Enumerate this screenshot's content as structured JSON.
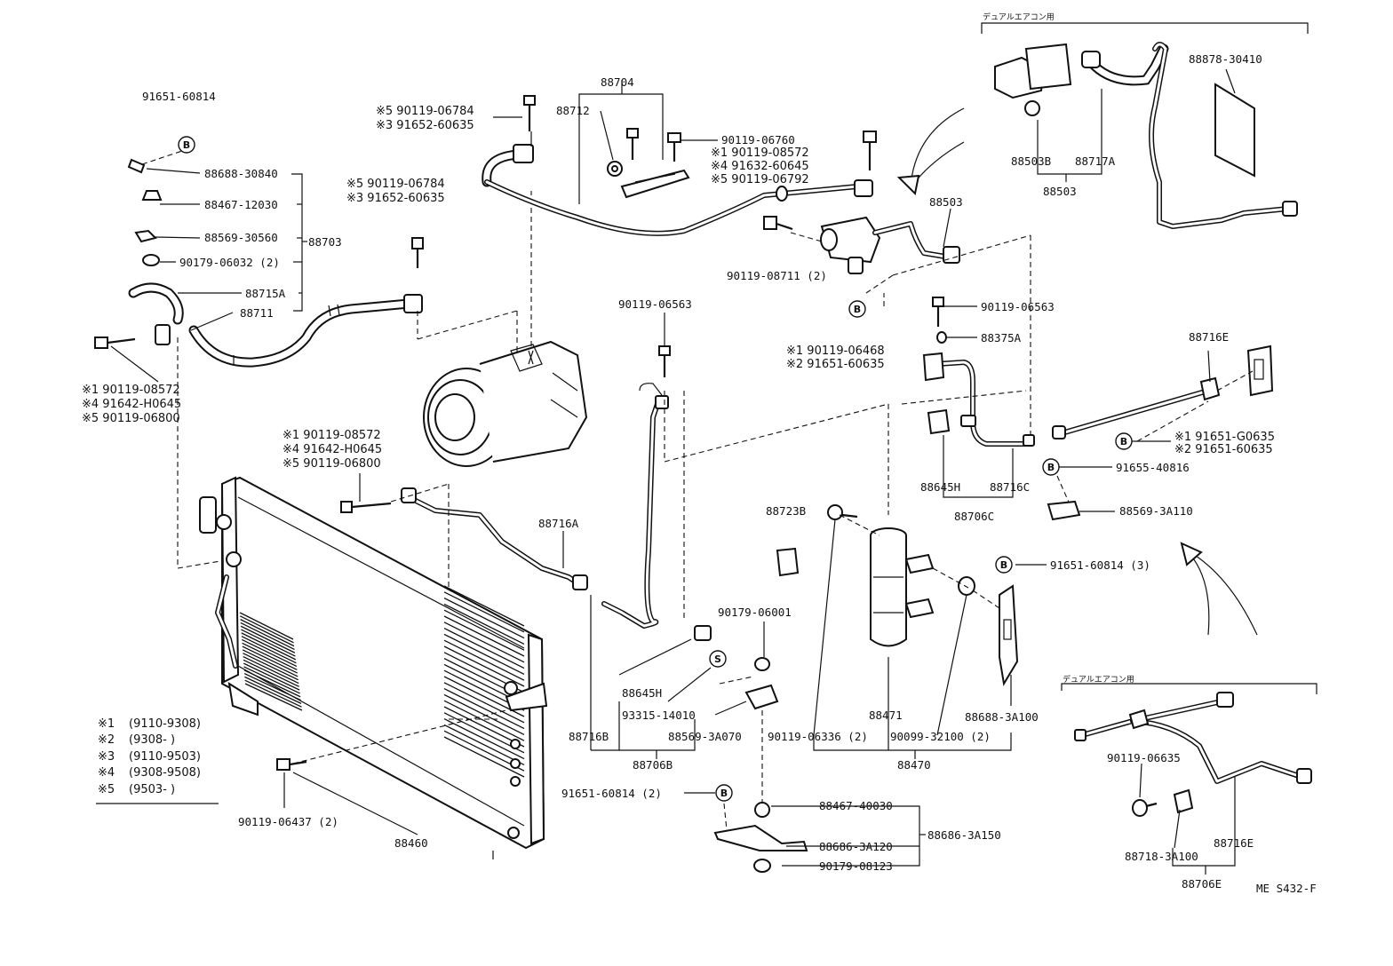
{
  "labels": {
    "p91651_60814_top": "91651-60814",
    "p88688_30840": "88688-30840",
    "p88467_12030": "88467-12030",
    "p88569_30560": "88569-30560",
    "p88703": "88703",
    "p90179_06032": "90179-06032 (2)",
    "p88715A": "88715A",
    "p88711": "88711",
    "left_s1": "※1  90119-08572",
    "left_s4": "※4  91642-H0645",
    "left_s5": "※5  90119-06800",
    "mid_s5a": "※5  90119-06784",
    "mid_s3a": "※3  91652-60635",
    "mid_s5b": "※5  90119-06784",
    "mid_s3b": "※3  91652-60635",
    "p88704": "88704",
    "p88712": "88712",
    "p90119_06760": "90119-06760",
    "r_s1": "※1  90119-08572",
    "r_s4": "※4  91632-60645",
    "r_s5": "※5  90119-06792",
    "p88503_main": "88503",
    "p90119_08711": "90119-08711 (2)",
    "p90119_06563_mid": "90119-06563",
    "c_s1": "※1  90119-06468",
    "c_s2": "※2  91651-60635",
    "p90119_06563_r": "90119-06563",
    "p88375A": "88375A",
    "p88645H_r": "88645H",
    "p88716C": "88716C",
    "p88706C": "88706C",
    "p88716E_top": "88716E",
    "rb_s1": "※1  91651-G0635",
    "rb_s2": "※2  91651-60635",
    "p91655_40816": "91655-40816",
    "p88569_3A110": "88569-3A110",
    "p91651_60814_3": "91651-60814 (3)",
    "dual_title_top": "デュアルエアコン用",
    "p88503B": "88503B",
    "p88717A": "88717A",
    "p88503_dual": "88503",
    "p88878_30410": "88878-30410",
    "low_s1": "※1  90119-08572",
    "low_s4": "※4  91642-H0645",
    "low_s5": "※5  90119-06800",
    "p88716A": "88716A",
    "p88723B": "88723B",
    "p90179_06001": "90179-06001",
    "p88645H_low": "88645H",
    "p93315_14010": "93315-14010",
    "p88716B": "88716B",
    "p88569_3A070": "88569-3A070",
    "p88706B": "88706B",
    "p90119_06336": "90119-06336 (2)",
    "p88471": "88471",
    "p90099_32100": "90099-32100 (2)",
    "p88688_3A100": "88688-3A100",
    "p88470": "88470",
    "p91651_60814_2": "91651-60814 (2)",
    "p88467_40030": "88467-40030",
    "p88686_3A120": "88686-3A120",
    "p88686_3A150": "88686-3A150",
    "p90179_08123": "90179-08123",
    "p90119_06437": "90119-06437 (2)",
    "p88460": "88460",
    "dual_title_bottom": "デュアルエアコン用",
    "p90119_06635": "90119-06635",
    "p88718_3A100": "88718-3A100",
    "p88716E_bot": "88716E",
    "p88706E": "88706E",
    "footer_code": "ME  S432-F"
  },
  "legend": [
    {
      "mark": "※1",
      "range": "(9110-9308)"
    },
    {
      "mark": "※2",
      "range": "(9308-        )"
    },
    {
      "mark": "※3",
      "range": "(9110-9503)"
    },
    {
      "mark": "※4",
      "range": "(9308-9508)"
    },
    {
      "mark": "※5",
      "range": "(9503-        )"
    }
  ],
  "callouts": {
    "B": "B",
    "S": "S"
  }
}
